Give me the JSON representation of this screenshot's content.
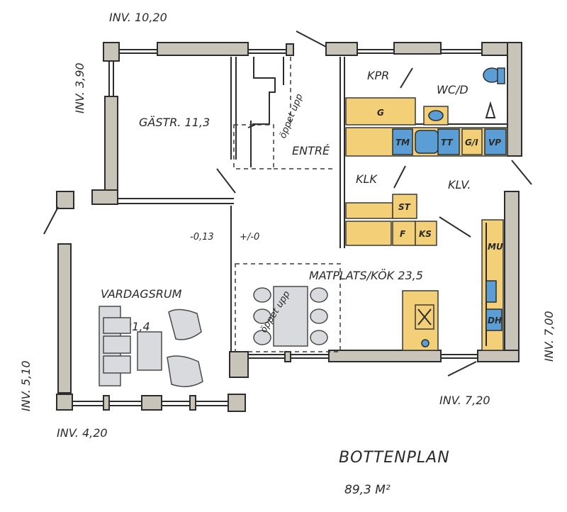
{
  "plan": {
    "title": "BOTTENPLAN",
    "area": "89,3 M²",
    "rooms": {
      "guest": "GÄSTR. 11,3",
      "kpr": "KPR",
      "wcd": "WC/D",
      "entre": "ENTRÉ",
      "klk": "KLK",
      "klv": "KLV.",
      "living_name": "VARDAGSRUM",
      "living_area": "21,4",
      "dining": "MATPLATS/KÖK 23,5"
    },
    "annotations": {
      "open_up_1": "öppet upp",
      "open_up_2": "öppet upp",
      "level_1": "-0,13",
      "level_2": "+/-0"
    },
    "dimensions": {
      "top": "INV. 10,20",
      "left_top": "INV. 3,90",
      "left_bottom": "INV. 5,10",
      "bottom_left": "INV. 4,20",
      "right": "INV. 7,00",
      "bottom_right": "INV. 7,20"
    },
    "fixtures": {
      "g": "G",
      "th": "TM",
      "tt": "TT",
      "gi": "G/I",
      "vp": "VP",
      "st": "ST",
      "f": "F",
      "ks": "KS",
      "mu": "MU",
      "dh": "DH"
    }
  }
}
